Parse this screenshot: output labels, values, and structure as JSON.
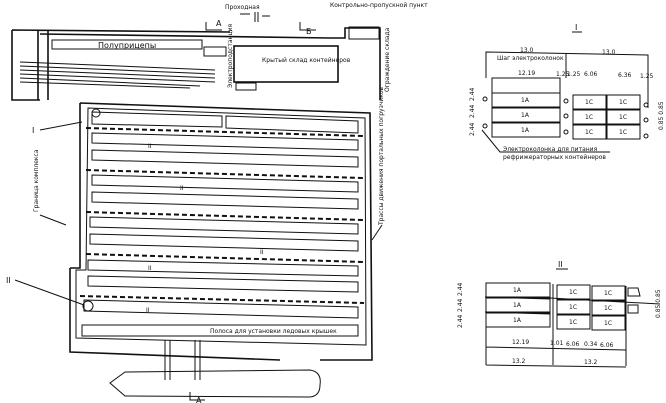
{
  "plan": {
    "checkpoint": "Проходная",
    "control_post": "Контрольно-пропускной пункт",
    "semitrailers": "Полуприцепы",
    "covered_warehouse": "Крытый склад контейнеров",
    "substation": "Электроподстанция",
    "fence": "Ограждение склада",
    "boundary": "Граница комплекса",
    "crane_tracks": "Трассы движения портальных погрузчиков",
    "strip": "Полоса для установки ледовых крышек",
    "section_a": "А",
    "section_b": "Б",
    "mark_I": "I",
    "mark_II": "II",
    "row_labels": [
      "II",
      "II",
      "II",
      "II",
      "II"
    ]
  },
  "detail_I": {
    "title": "I",
    "dim_top_left": "13.0",
    "dim_top_right": "13.0",
    "pitch": "Шаг электроколонок",
    "dims": [
      "12.19",
      "1.25",
      "1.25",
      "6.06",
      "6.36",
      "1.25"
    ],
    "side_dims": [
      "2.44",
      "2.44",
      "2.44",
      "2.44"
    ],
    "right_dims": "0.85 0.85",
    "containers_a": [
      "1А",
      "1А",
      "1А"
    ],
    "containers_c": [
      "1С",
      "1С",
      "1С",
      "1С",
      "1С",
      "1С"
    ],
    "note_line1": "Электроколонка для питания",
    "note_line2": "рефрижераторных контейнеров"
  },
  "detail_II": {
    "title": "II",
    "containers_a": [
      "1А",
      "1А",
      "1А"
    ],
    "containers_c": [
      "1С",
      "1С",
      "1С",
      "1С",
      "1С",
      "1С"
    ],
    "dims": [
      "12.19",
      "1.01",
      "6.06",
      "0.34",
      "6.06"
    ],
    "totals": [
      "13.2",
      "13.2"
    ],
    "side_dims": [
      "2.44",
      "2.44",
      "2.44"
    ],
    "right_dims": "0.85 0.85"
  }
}
